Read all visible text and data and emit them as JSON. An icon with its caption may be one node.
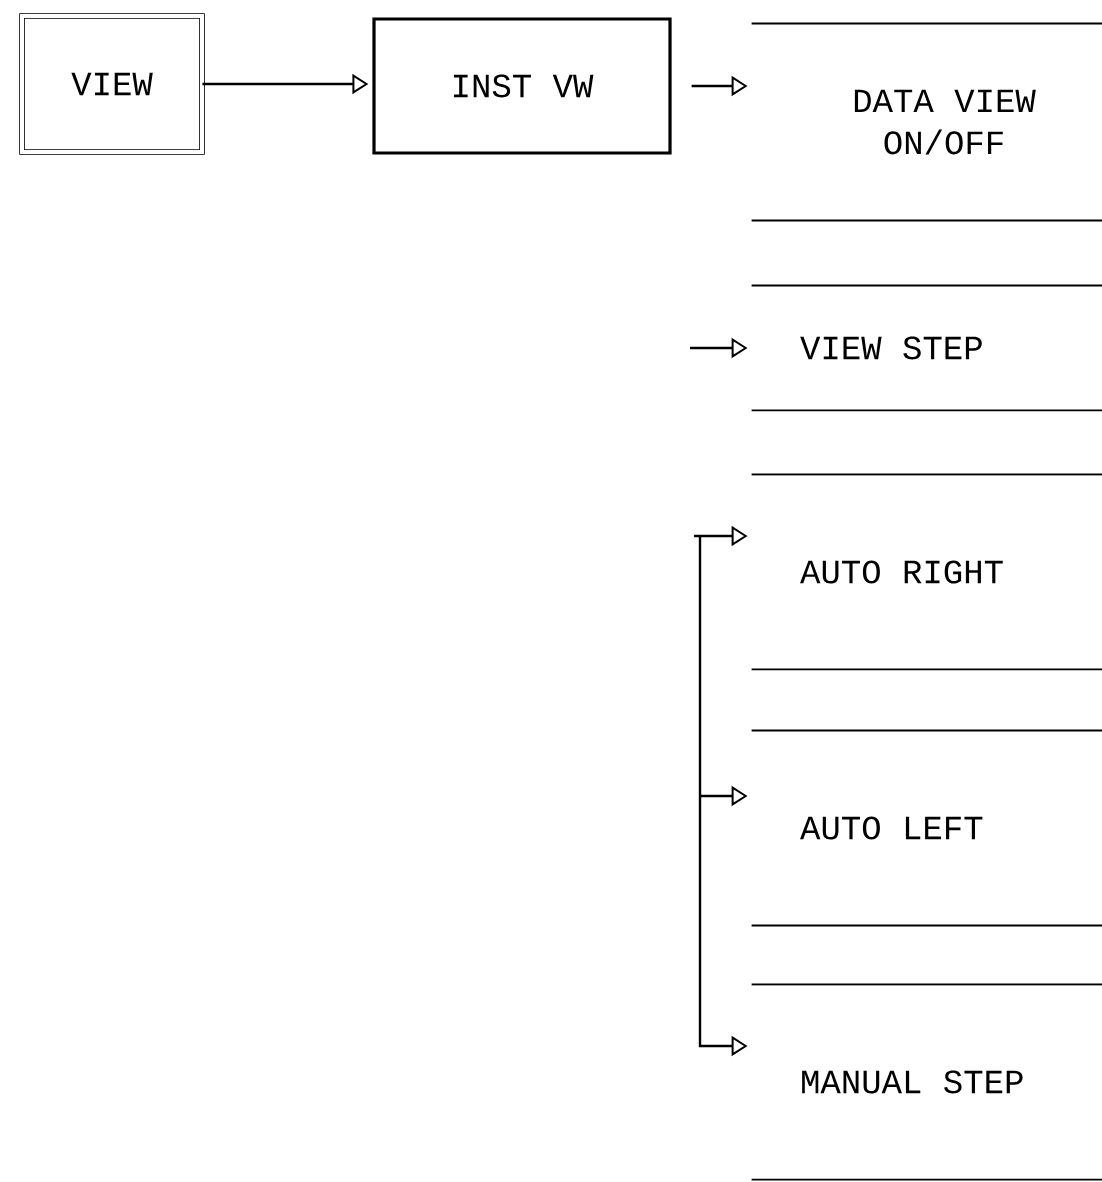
{
  "diagram": {
    "nodes": [
      {
        "text": [
          "VIEW"
        ]
      },
      {
        "text": [
          "INST VW"
        ]
      },
      {
        "text": [
          "DATA VIEW ON/OFF"
        ]
      },
      {
        "text": [
          "VIEW STEP"
        ]
      },
      {
        "text": [
          "AUTO RIGHT"
        ]
      },
      {
        "text": [
          "AUTO LEFT"
        ]
      },
      {
        "text": [
          "MANUAL STEP"
        ]
      }
    ],
    "edges": [
      {
        "from": 0,
        "to": 1,
        "arrow": "to"
      },
      {
        "from": 1,
        "to": 2,
        "arrow": "to"
      },
      {
        "from": null,
        "to": 3,
        "arrow": "to"
      },
      {
        "from": null,
        "to": 4,
        "arrow": "to"
      },
      {
        "from": null,
        "to": 5,
        "arrow": "to"
      },
      {
        "from": null,
        "to": 6,
        "arrow": "to"
      }
    ]
  }
}
